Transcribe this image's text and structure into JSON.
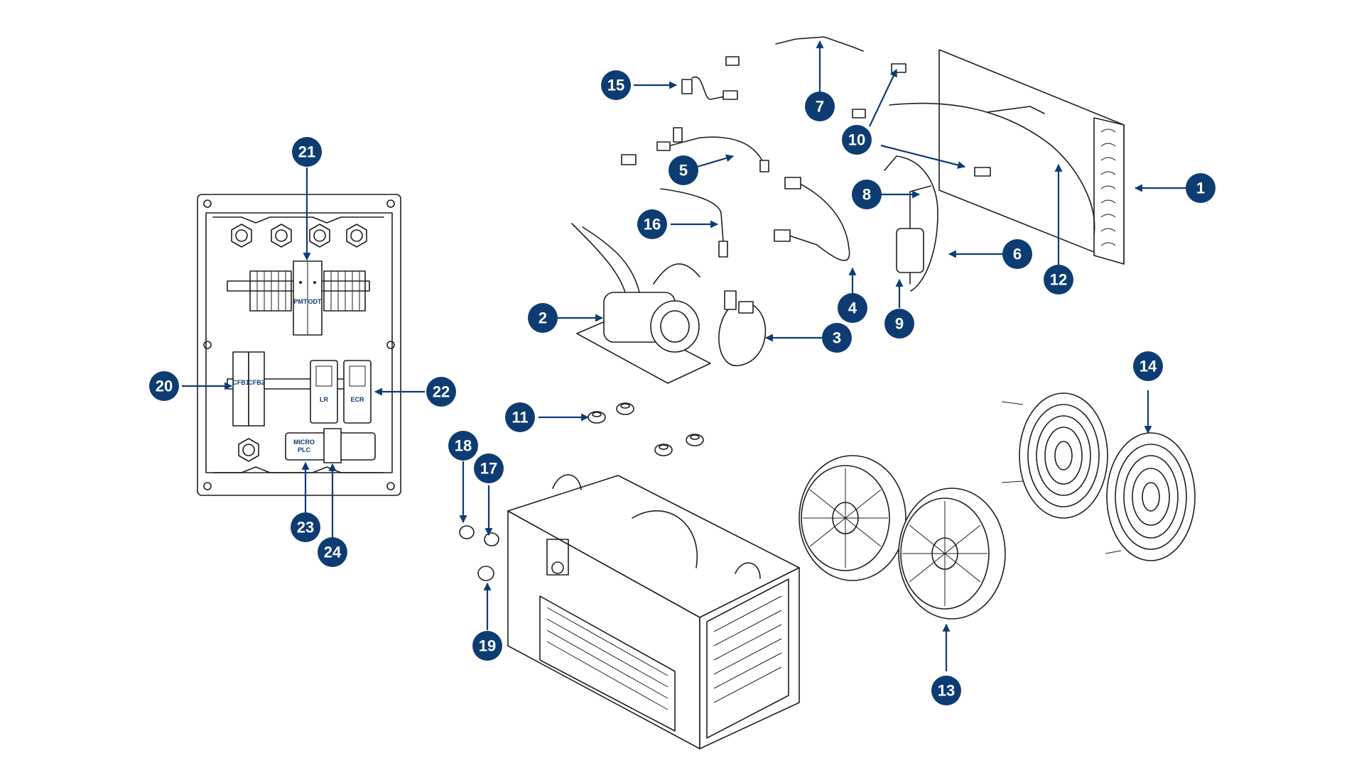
{
  "colors": {
    "callout": "#0d3c73",
    "line": "#1e1e1e",
    "background": "#ffffff"
  },
  "callouts": [
    "1",
    "2",
    "3",
    "4",
    "5",
    "6",
    "7",
    "8",
    "9",
    "10",
    "11",
    "12",
    "13",
    "14",
    "15",
    "16",
    "17",
    "18",
    "19",
    "20",
    "21",
    "22",
    "23",
    "24"
  ],
  "panel_labels": {
    "pmt": "PMT",
    "odt": "ODT",
    "cfb1": "CFB1",
    "cfb2": "CFB2",
    "lr": "LR",
    "ecr": "ECR",
    "plc_line1": "MICRO",
    "plc_line2": "PLC"
  }
}
